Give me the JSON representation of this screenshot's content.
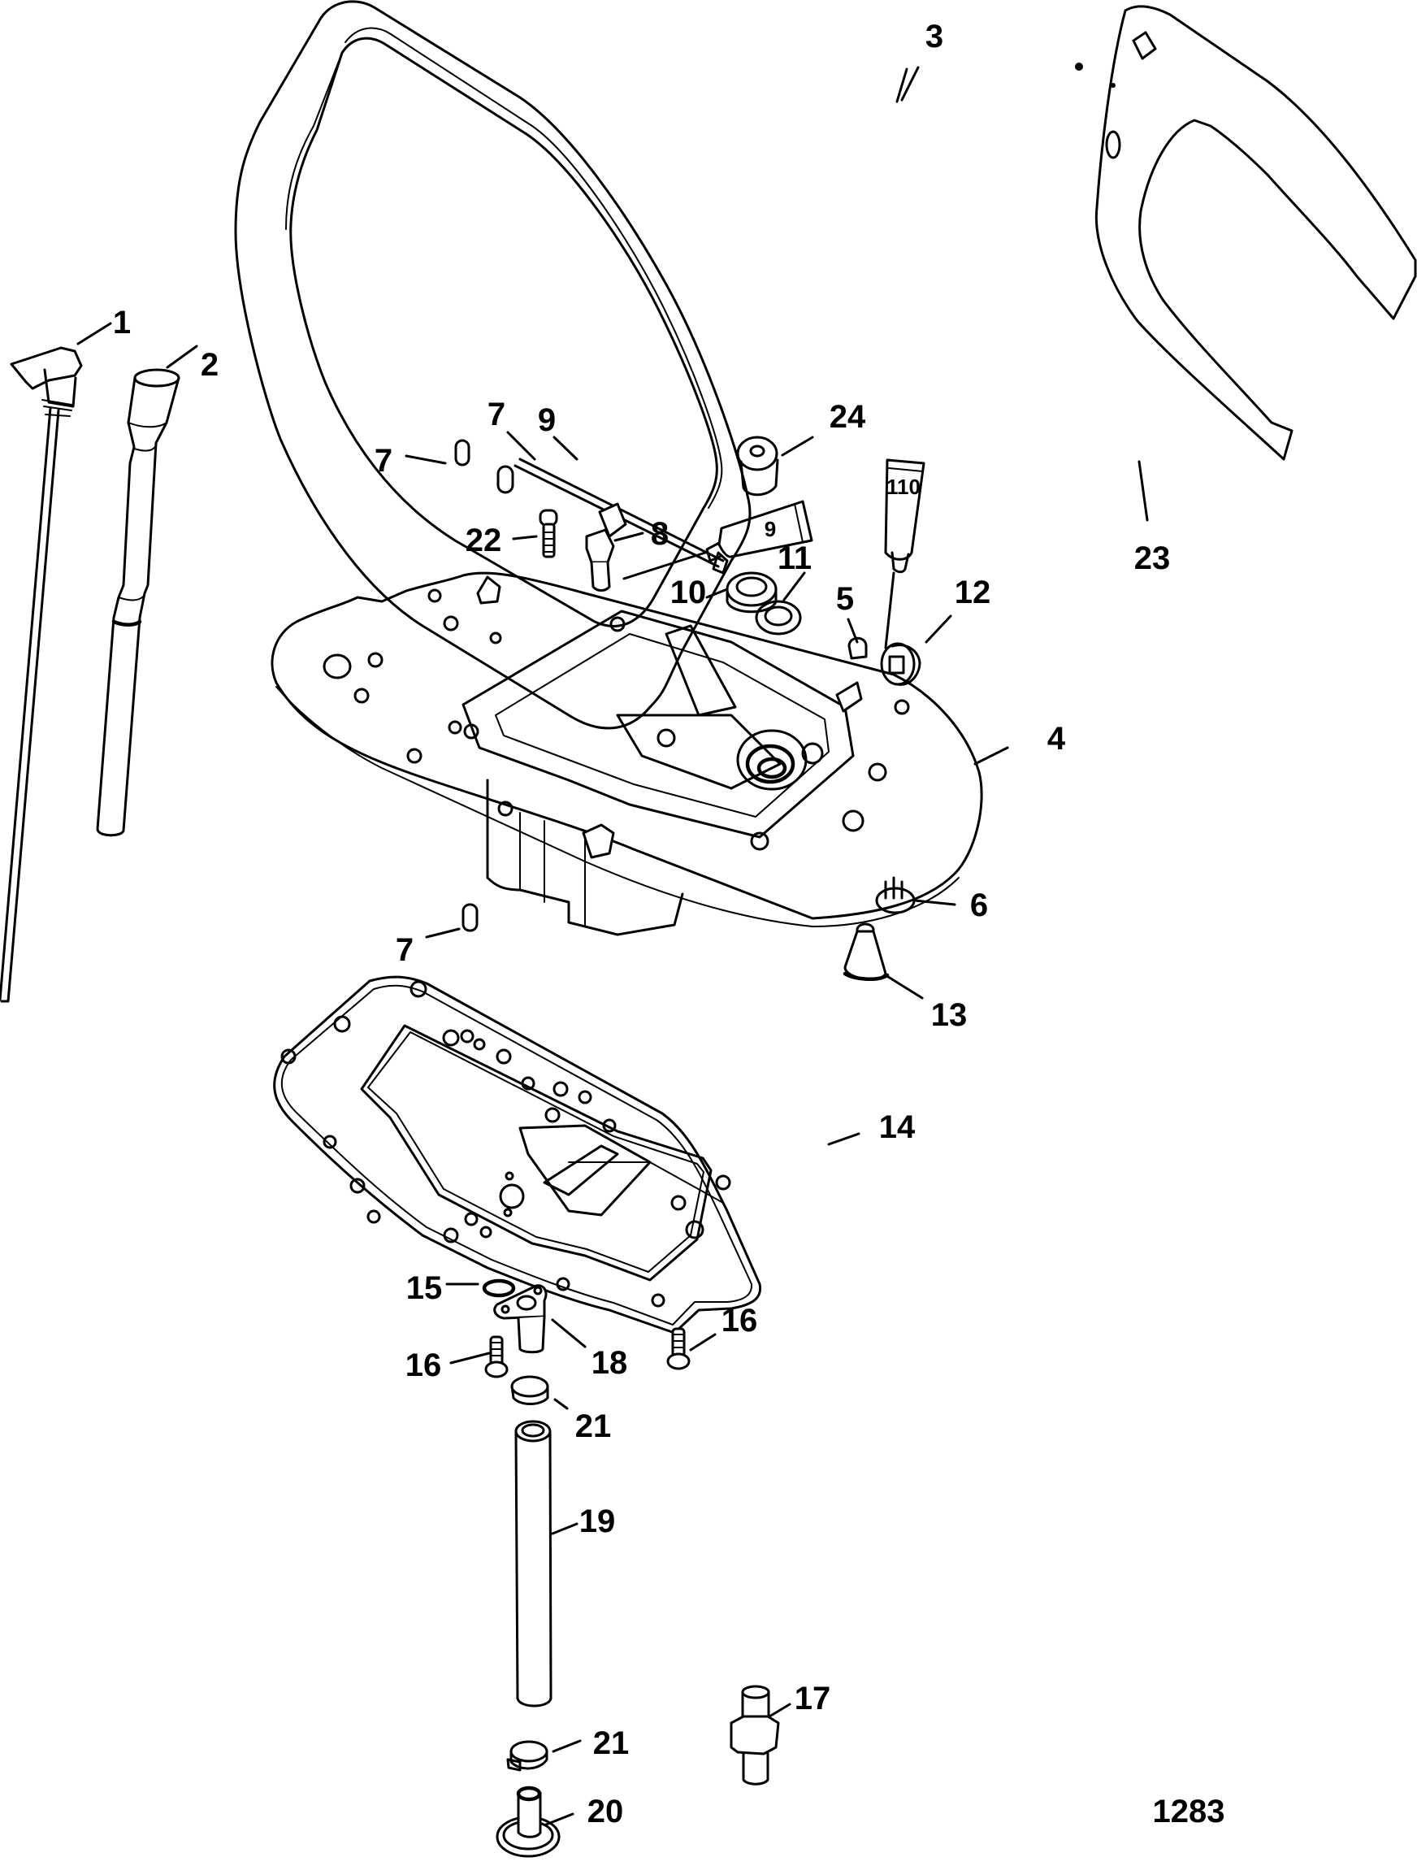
{
  "diagram": {
    "title": "Exploded parts diagram",
    "figure_number": "1283",
    "tube_labels": {
      "sealant_9": "9",
      "lubricant_110": "110"
    },
    "callouts": [
      {
        "id": "c1",
        "label": "1",
        "part": "dipstick"
      },
      {
        "id": "c2",
        "label": "2",
        "part": "dipstick-tube"
      },
      {
        "id": "c3",
        "label": "3",
        "part": "seal-ring"
      },
      {
        "id": "c23",
        "label": "23",
        "part": "curved-plate"
      },
      {
        "id": "c7a",
        "label": "7",
        "part": "dowel-pin"
      },
      {
        "id": "c7b",
        "label": "7",
        "part": "dowel-pin"
      },
      {
        "id": "c9a",
        "label": "9",
        "part": "rod"
      },
      {
        "id": "c24",
        "label": "24",
        "part": "plug"
      },
      {
        "id": "c22",
        "label": "22",
        "part": "screw"
      },
      {
        "id": "c8",
        "label": "8",
        "part": "elbow-fitting"
      },
      {
        "id": "c10",
        "label": "10",
        "part": "seal"
      },
      {
        "id": "c11",
        "label": "11",
        "part": "grommet"
      },
      {
        "id": "c5",
        "label": "5",
        "part": "plug"
      },
      {
        "id": "c12",
        "label": "12",
        "part": "threaded-plug"
      },
      {
        "id": "c4",
        "label": "4",
        "part": "adapter-plate"
      },
      {
        "id": "c6",
        "label": "6",
        "part": "grommet-clip"
      },
      {
        "id": "c7c",
        "label": "7",
        "part": "dowel-pin"
      },
      {
        "id": "c13",
        "label": "13",
        "part": "boot"
      },
      {
        "id": "c14",
        "label": "14",
        "part": "gasket"
      },
      {
        "id": "c15",
        "label": "15",
        "part": "o-ring"
      },
      {
        "id": "c18",
        "label": "18",
        "part": "flange-fitting"
      },
      {
        "id": "c16a",
        "label": "16",
        "part": "screw"
      },
      {
        "id": "c16b",
        "label": "16",
        "part": "screw"
      },
      {
        "id": "c21a",
        "label": "21",
        "part": "hose-clamp"
      },
      {
        "id": "c19",
        "label": "19",
        "part": "hose"
      },
      {
        "id": "c17",
        "label": "17",
        "part": "fitting"
      },
      {
        "id": "c21b",
        "label": "21",
        "part": "hose-clamp"
      },
      {
        "id": "c20",
        "label": "20",
        "part": "fitting-with-seal"
      }
    ]
  }
}
